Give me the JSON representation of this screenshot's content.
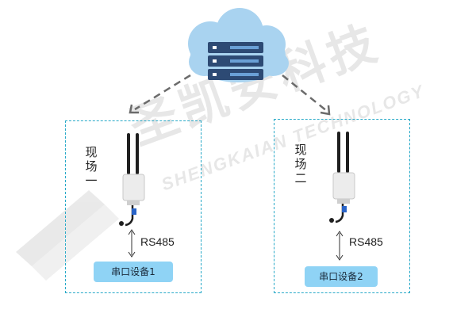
{
  "sites": [
    {
      "label": "现场一",
      "bus_label": "RS485",
      "device_label": "串口设备1"
    },
    {
      "label": "现场二",
      "bus_label": "RS485",
      "device_label": "串口设备2"
    }
  ],
  "watermark": {
    "chinese": "圣凯安科技",
    "english": "SHENGKAIAN TECHNOLOGY"
  },
  "colors": {
    "box_border": "#27a9c8",
    "device_fill": "#8fd3f5",
    "cloud_fill": "#a9d3f0",
    "server_fill": "#2d4a74",
    "arrow": "#6b6b6b"
  }
}
